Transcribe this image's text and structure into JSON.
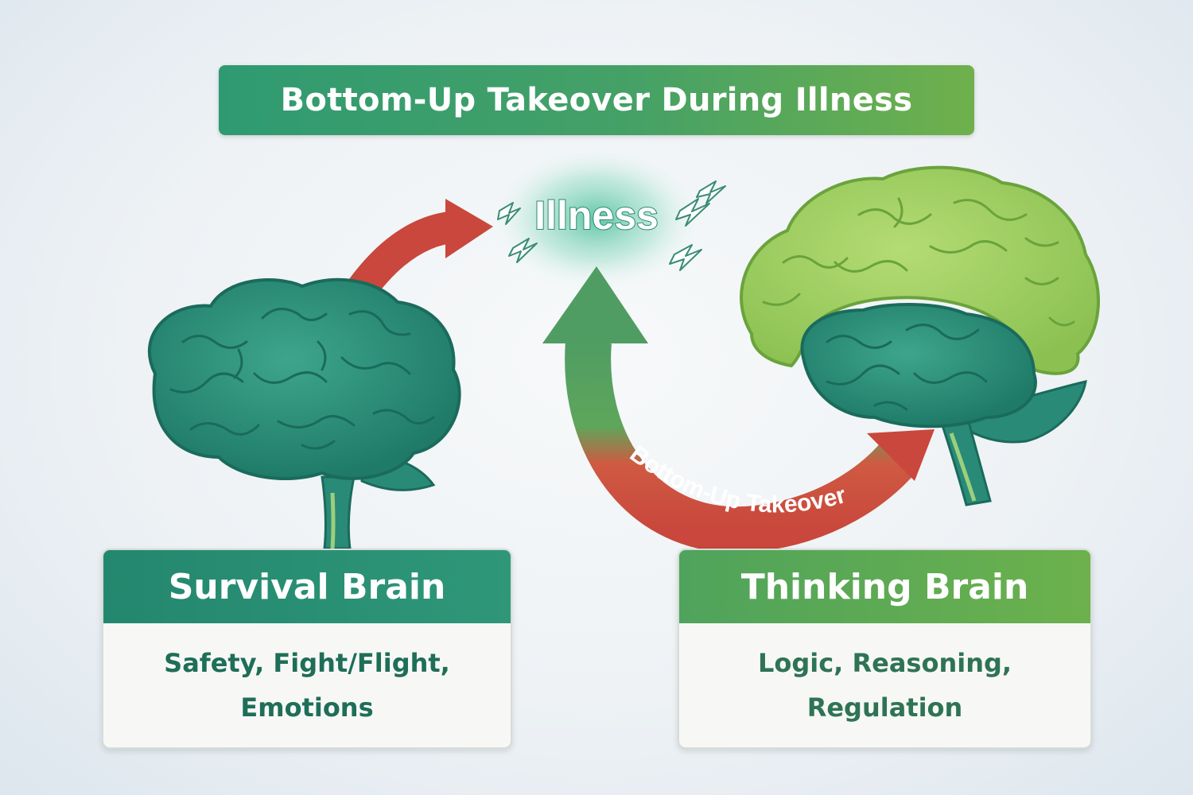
{
  "title": "Bottom-Up Takeover During Illness",
  "center_label": "Illness",
  "arrow_label": "Bottom-Up Takeover",
  "survival_card": {
    "title": "Survival Brain",
    "line1": "Safety, Fight/Flight,",
    "line2": "Emotions"
  },
  "thinking_card": {
    "title": "Thinking Brain",
    "line1": "Logic, Reasoning,",
    "line2": "Regulation"
  },
  "colors": {
    "survival_teal": "#2a8a78",
    "thinking_green": "#8cc152",
    "arrow_red": "#c9473c",
    "arrow_green": "#4f9d63"
  }
}
